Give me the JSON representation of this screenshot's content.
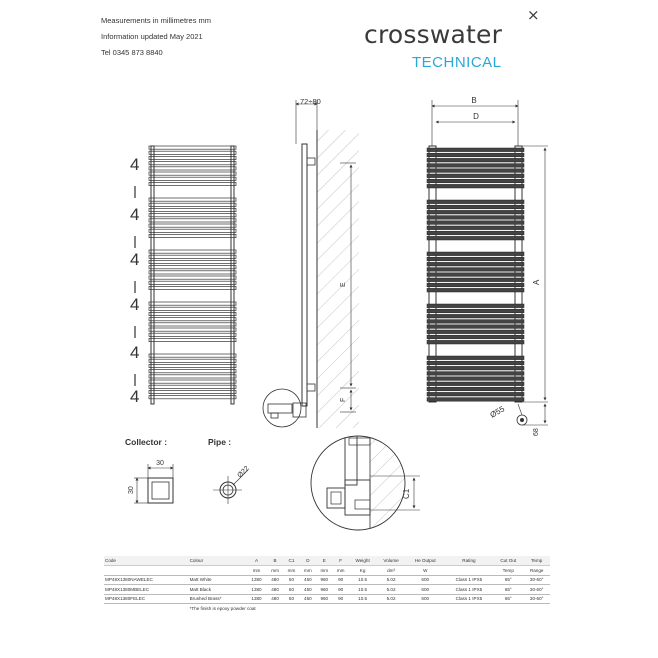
{
  "header": {
    "lines": [
      "Measurements in millimetres mm",
      "Information updated May 2021",
      "Tel  0345 873 8840"
    ]
  },
  "brand": {
    "logo_text": "crosswater",
    "logo_mark": "×",
    "subtitle": "TECHNICAL"
  },
  "diagram": {
    "spacing_labels": [
      "4",
      "4",
      "4",
      "4",
      "4",
      "4"
    ],
    "side_dim_label": "72÷80",
    "dim_labels": {
      "b": "B",
      "d": "D",
      "a": "A",
      "e": "E",
      "f": "F",
      "c1": "C1",
      "d55": "Ø55",
      "d68": "68"
    },
    "collector": {
      "label": "Collector :",
      "width": "30",
      "height": "30"
    },
    "pipe": {
      "label": "Pipe :",
      "diameter": "Ø22"
    },
    "colors": {
      "line": "#333333",
      "accent": "#29a7d8"
    }
  },
  "table": {
    "head_top": [
      "Code",
      "Colour",
      "A",
      "B",
      "C1",
      "D",
      "E",
      "F",
      "Weight",
      "Volume",
      "He Output",
      "Rating",
      "Cut Out",
      "Temp"
    ],
    "head_units": [
      "",
      "",
      "mm",
      "mm",
      "mm",
      "mm",
      "mm",
      "mm",
      "Kg",
      "dm³",
      "W",
      "",
      "Temp",
      "Range"
    ],
    "rows": [
      [
        "MP48X1380NAWELEC",
        "Matt White",
        "1380",
        "480",
        "50",
        "450",
        "960",
        "90",
        "10.5",
        "5.02",
        "600",
        "Class 1 IPX5",
        "65°",
        "30-60°"
      ],
      [
        "MP48X1380MBELEC",
        "Matt Black",
        "1380",
        "480",
        "50",
        "450",
        "960",
        "90",
        "10.5",
        "5.02",
        "600",
        "Class 1 IPX5",
        "65°",
        "30-60°"
      ],
      [
        "MP48X1380FELEC",
        "Brushed Brass*",
        "1380",
        "480",
        "50",
        "450",
        "960",
        "90",
        "10.5",
        "5.02",
        "600",
        "Class 1 IPX5",
        "65°",
        "30-60°"
      ]
    ],
    "note": "*The finish is epoxy powder coat"
  }
}
